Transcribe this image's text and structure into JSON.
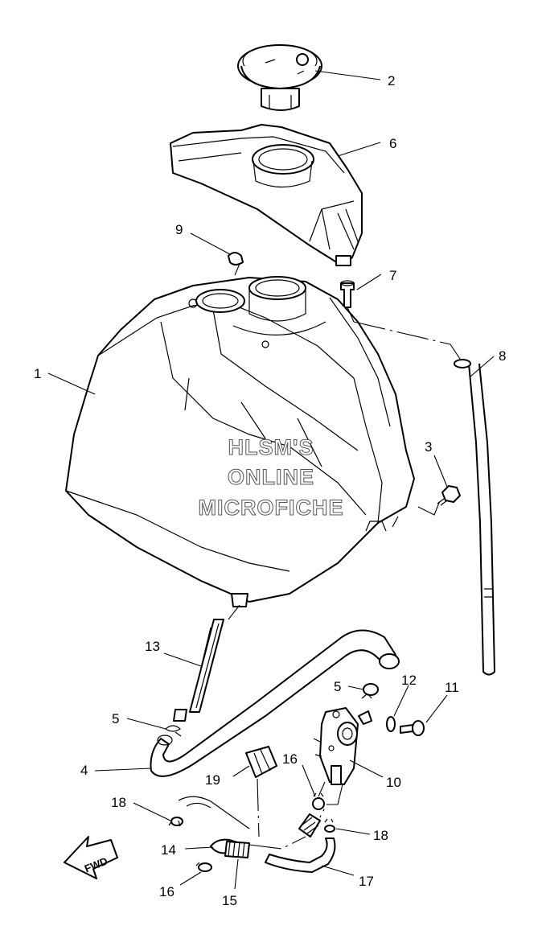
{
  "watermark": {
    "line1": "HLSM'S",
    "line2": "ONLINE",
    "line3": "MICROFICHE"
  },
  "fwd_label": "FWD",
  "callouts": {
    "c1": "1",
    "c2": "2",
    "c3": "3",
    "c4": "4",
    "c5a": "5",
    "c5b": "5",
    "c6": "6",
    "c7": "7",
    "c8": "8",
    "c9": "9",
    "c10": "10",
    "c11": "11",
    "c12": "12",
    "c13": "13",
    "c14": "14",
    "c15": "15",
    "c16a": "16",
    "c16b": "16",
    "c17": "17",
    "c18a": "18",
    "c18b": "18",
    "c19": "19"
  }
}
